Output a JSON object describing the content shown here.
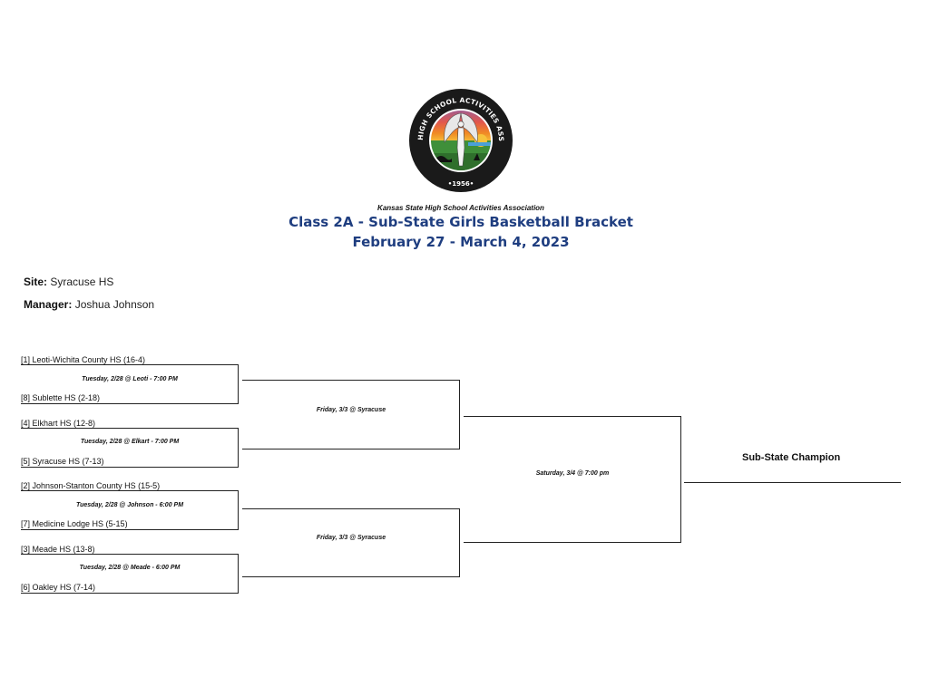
{
  "header": {
    "seal": {
      "ring_text": "KANSAS STATE HIGH SCHOOL ACTIVITIES ASSOCIATION, INC.",
      "year": "•1956•",
      "colors": {
        "ring": "#1a1a1a",
        "sky_orange": "#f08a24",
        "sky_purple": "#8a5fa8",
        "ground": "#3f8f3a",
        "sun": "#f6c33b"
      }
    },
    "org_name": "Kansas State High School Activities Association",
    "title": "Class 2A - Sub-State Girls Basketball Bracket",
    "dates": "February 27 - March 4, 2023"
  },
  "info": {
    "site_label": "Site:",
    "site_value": "Syracuse HS",
    "manager_label": "Manager:",
    "manager_value": "Joshua Johnson"
  },
  "bracket": {
    "teams": [
      "[1] Leoti-Wichita County HS   (16-4)",
      "[8] Sublette HS   (2-18)",
      "[4] Elkhart HS   (12-8)",
      "[5] Syracuse HS   (7-13)",
      "[2] Johnson-Stanton County HS   (15-5)",
      "[7] Medicine Lodge HS   (5-15)",
      "[3] Meade HS   (13-8)",
      "[6] Oakley HS   (7-14)"
    ],
    "round1": [
      "Tuesday, 2/28 @ Leoti - 7:00 PM",
      "Tuesday, 2/28 @ Elkart - 7:00 PM",
      "Tuesday, 2/28 @ Johnson - 6:00 PM",
      "Tuesday, 2/28 @ Meade - 6:00 PM"
    ],
    "semis": [
      "Friday, 3/3 @ Syracuse",
      "Friday, 3/3 @ Syracuse"
    ],
    "final": "Saturday, 3/4 @ 7:00 pm",
    "champion_label": "Sub-State Champion",
    "line_color": "#222222"
  }
}
